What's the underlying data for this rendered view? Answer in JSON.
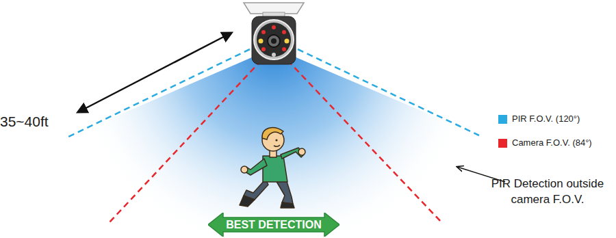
{
  "diagram": {
    "nodes": [
      {
        "text": [
          "BEST DETECTION"
        ]
      }
    ],
    "labels": [
      "35~40ft",
      "PIR Detection outside camera F.O.V."
    ],
    "legend": [
      {
        "text": "PIR F.O.V. (120°)",
        "color": "#29abe2"
      },
      {
        "text": "Camera F.O.V. (84°)",
        "color": "#e8262b"
      }
    ]
  }
}
